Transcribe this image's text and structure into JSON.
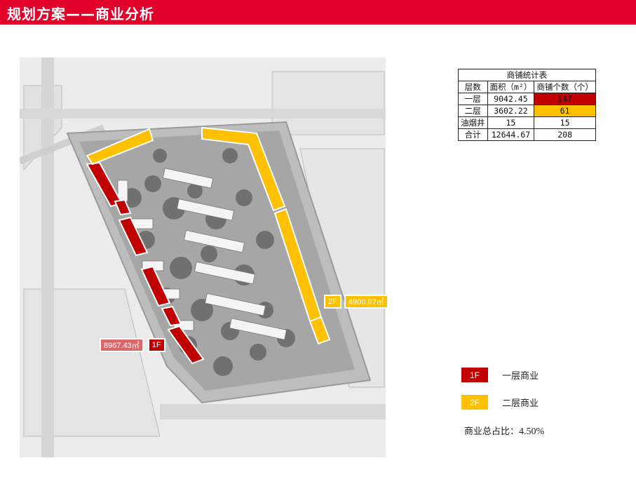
{
  "header": {
    "title": "规划方案——商业分析"
  },
  "table": {
    "caption": "商铺统计表",
    "columns": [
      "层数",
      "面积（m²）",
      "商铺个数（个）"
    ],
    "rows": [
      {
        "floor": "一层",
        "area": "9042.45",
        "count": "147"
      },
      {
        "floor": "二层",
        "area": "3602.22",
        "count": "61"
      },
      {
        "floor": "油烟井",
        "area": "15",
        "count": "15"
      },
      {
        "floor": "合计",
        "area": "12644.67",
        "count": "208"
      }
    ]
  },
  "legend": [
    {
      "swatch": "1F",
      "label": "一层商业",
      "color": "#c00000"
    },
    {
      "swatch": "2F",
      "label": "二层商业",
      "color": "#ffc000"
    }
  ],
  "ratio": {
    "label": "商业总占比：",
    "value": "4.50%"
  },
  "map_labels": {
    "first_floor": {
      "area": "8967.43㎡",
      "floor": "1F"
    },
    "second_floor": {
      "floor": "2F",
      "area": "4900.97㎡"
    }
  },
  "colors": {
    "title_bar": "#e0002a",
    "first_floor": "#c00000",
    "second_floor": "#ffc000"
  }
}
